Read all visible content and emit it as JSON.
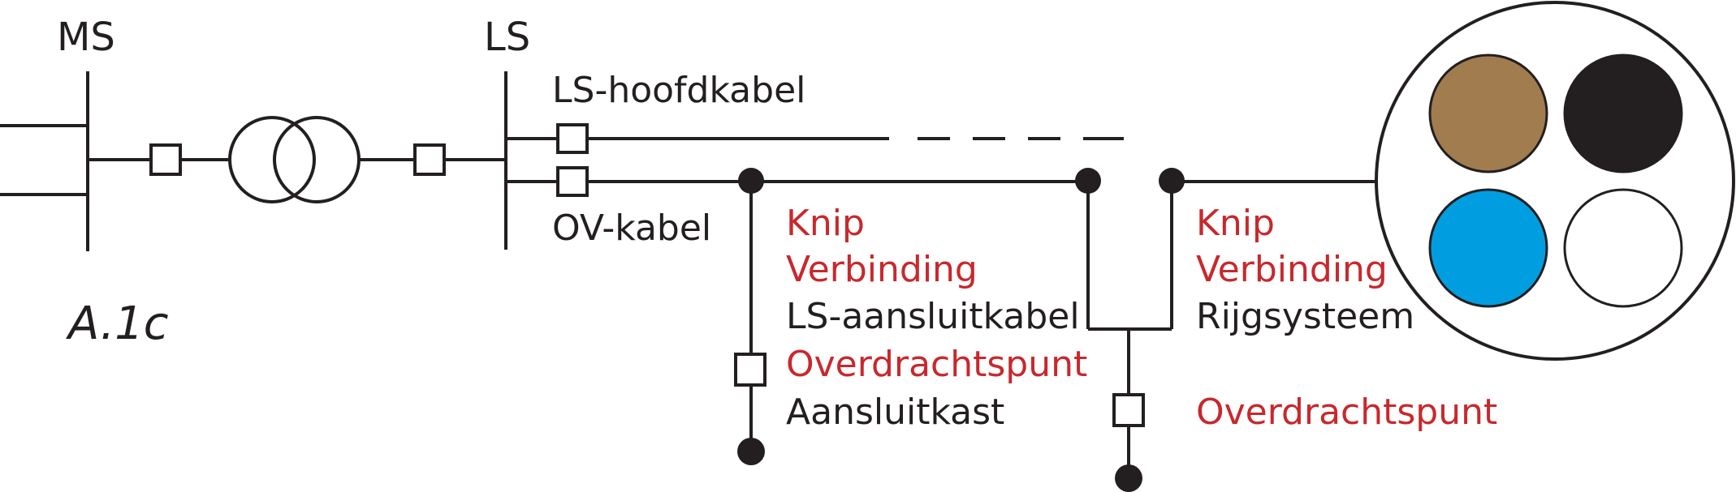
{
  "labels": {
    "ms": "MS",
    "ls": "LS",
    "ls_hoofdkabel": "LS-hoofdkabel",
    "ov_kabel": "OV-kabel",
    "figure_id": "A.1c",
    "knip_1": "Knip",
    "verbinding_1": "Verbinding",
    "ls_aansluitkabel": "LS-aansluitkabel",
    "overdrachtspunt_1": "Overdrachtspunt",
    "aansluitkast": "Aansluitkast",
    "knip_2": "Knip",
    "verbinding_2": "Verbinding",
    "rijgsysteem": "Rijgsysteem",
    "overdrachtspunt_2": "Overdrachtspunt"
  },
  "colors": {
    "line": "#231f20",
    "accent_red": "#c8282d",
    "conductor_brown": "#a07c4f",
    "conductor_black": "#231f20",
    "conductor_blue": "#009ee0",
    "conductor_white": "#ffffff"
  }
}
